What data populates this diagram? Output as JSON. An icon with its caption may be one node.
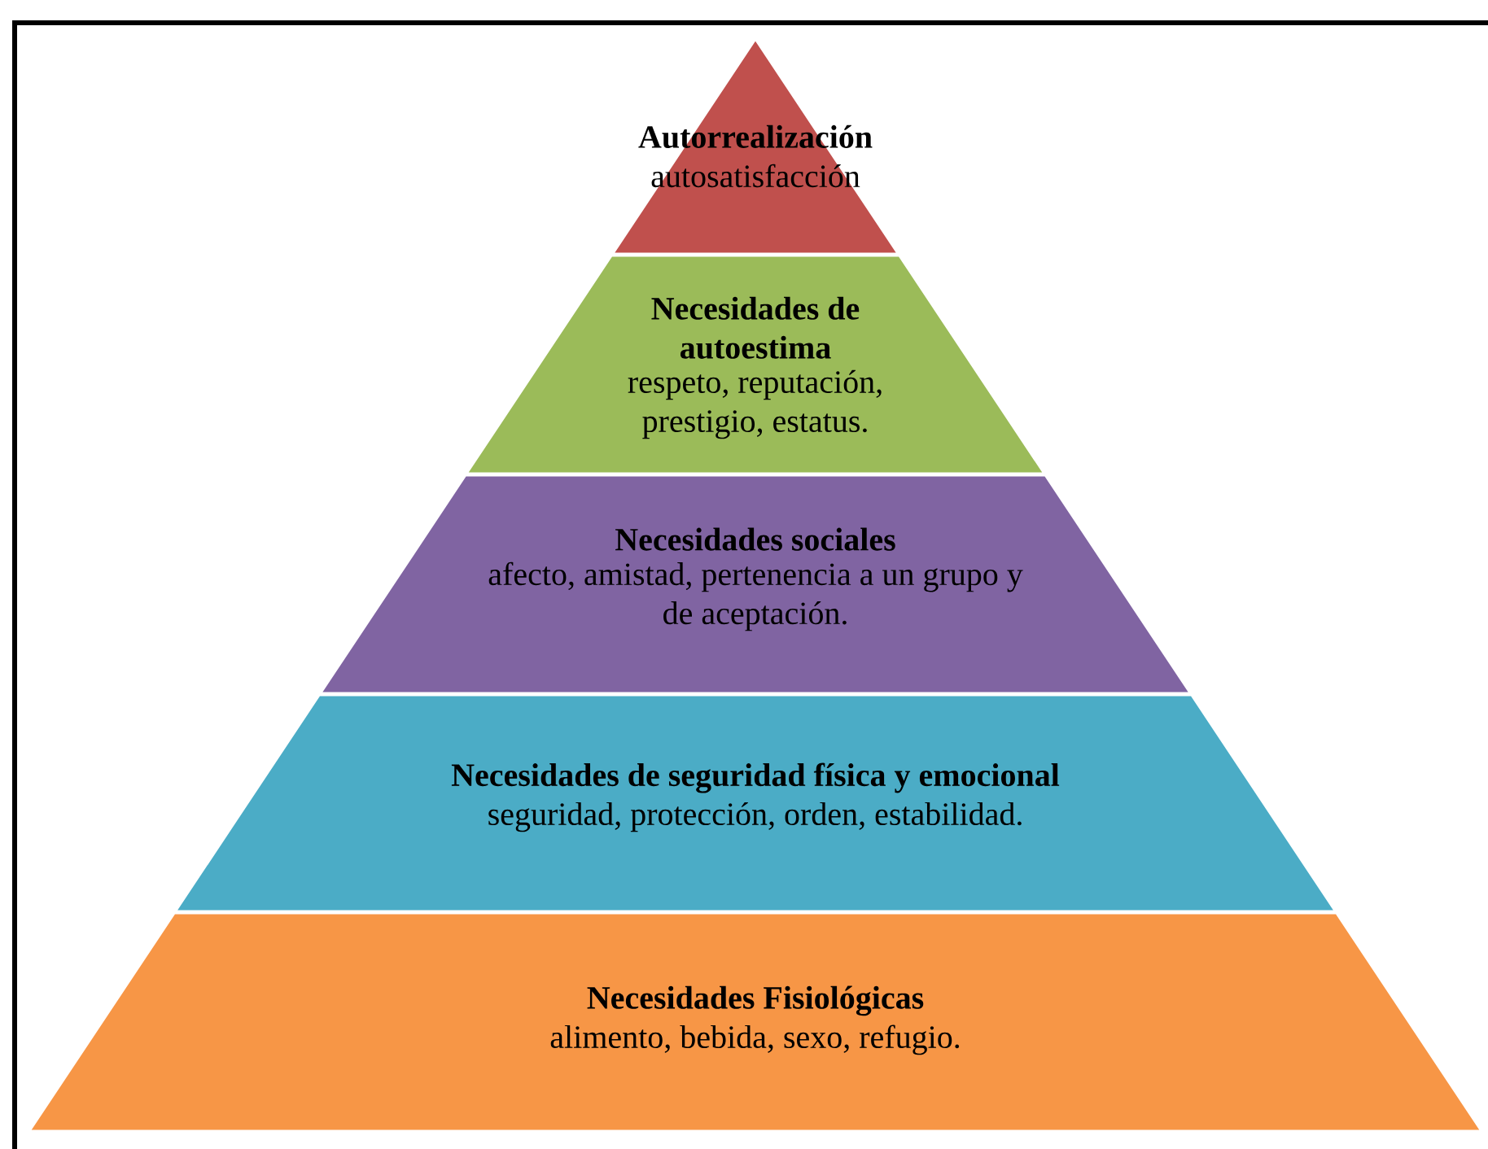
{
  "diagram": {
    "nodes": [
      {
        "text": [
          "Autorrealización",
          "autosatisfacción"
        ]
      },
      {
        "text": [
          "Necesidades de autoestima",
          "respeto, reputación, prestigio, estatus."
        ]
      },
      {
        "text": [
          "Necesidades sociales",
          "afecto, amistad, pertenencia a un grupo y de aceptación."
        ]
      },
      {
        "text": [
          "Necesidades de seguridad física y emocional",
          "seguridad, protección, orden, estabilidad."
        ]
      },
      {
        "text": [
          "Necesidades Fisiológicas",
          "alimento, bebida, sexo, refugio."
        ]
      }
    ]
  }
}
